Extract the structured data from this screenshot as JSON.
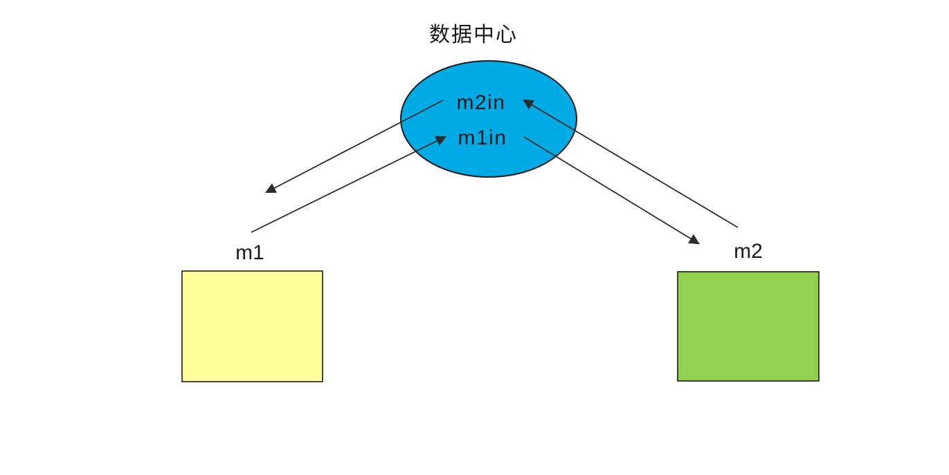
{
  "diagram": {
    "title": "数据中心",
    "data_center": {
      "shape": "ellipse",
      "fill": "#00AAE4",
      "queues": {
        "top": "m2in",
        "bottom": "m1in"
      }
    },
    "nodes": [
      {
        "id": "m1",
        "label": "m1",
        "shape": "rect",
        "fill": "#FFFF99"
      },
      {
        "id": "m2",
        "label": "m2",
        "shape": "rect",
        "fill": "#92D050"
      }
    ],
    "arrows": [
      {
        "from": "m2in",
        "to": "m1",
        "direction": "out-left"
      },
      {
        "from": "m1",
        "to": "m1in",
        "direction": "in-left"
      },
      {
        "from": "m1in",
        "to": "m2",
        "direction": "out-right"
      },
      {
        "from": "m2",
        "to": "m2in",
        "direction": "in-right"
      }
    ],
    "colors": {
      "line": "#2b2b2b",
      "text": "#1a1a1a",
      "background": "#ffffff"
    }
  }
}
